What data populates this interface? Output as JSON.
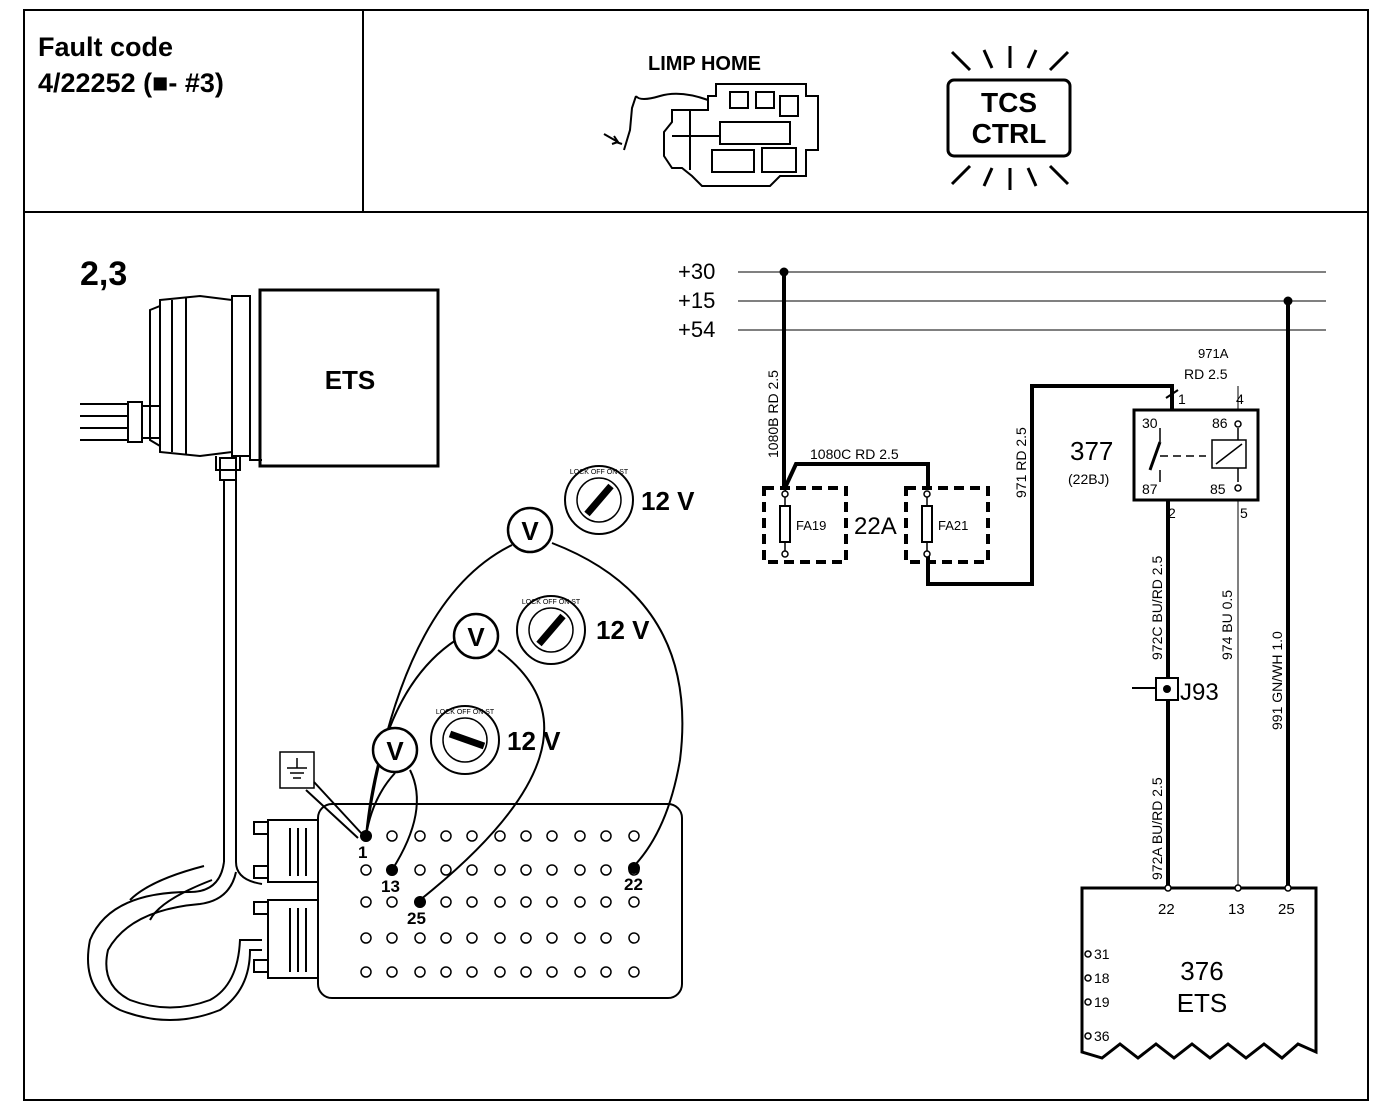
{
  "header": {
    "fault_title": "Fault code",
    "fault_code": "4/22252 (■- #3)",
    "limp_home": "LIMP HOME",
    "tcs_line1": "TCS",
    "tcs_line2": "CTRL"
  },
  "left_panel": {
    "step": "2,3",
    "ets_label": "ETS",
    "voltage_1": "12 V",
    "voltage_2": "12 V",
    "voltage_3": "12 V",
    "meter_symbol": "V",
    "switch_positions": "LOCK OFF ON ST",
    "pin_1": "1",
    "pin_13": "13",
    "pin_22": "22",
    "pin_25": "25"
  },
  "circuit": {
    "rail_30": "+30",
    "rail_15": "+15",
    "rail_54": "+54",
    "wire_1080b": "1080B RD 2.5",
    "wire_1080c": "1080C RD 2.5",
    "wire_971": "971 RD 2.5",
    "wire_971a_id": "971A",
    "wire_971a_spec": "RD 2.5",
    "fuse_fa19": "FA19",
    "fuse_fa21": "FA21",
    "fusebox": "22A",
    "relay_id": "377",
    "relay_loc": "(22BJ)",
    "relay_30": "30",
    "relay_86": "86",
    "relay_87": "87",
    "relay_85": "85",
    "relay_t1": "1",
    "relay_t4": "4",
    "relay_t2": "2",
    "relay_t5": "5",
    "wire_972c": "972C BU/RD 2.5",
    "wire_974": "974 BU 0.5",
    "wire_991": "991 GN/WH 1.0",
    "wire_972a": "972A BU/RD 2.5",
    "junction": "J93",
    "ecu_pin_22": "22",
    "ecu_pin_13": "13",
    "ecu_pin_25": "25",
    "ecu_side_31": "31",
    "ecu_side_18": "18",
    "ecu_side_19": "19",
    "ecu_side_36": "36",
    "ecu_id": "376",
    "ecu_name": "ETS"
  }
}
